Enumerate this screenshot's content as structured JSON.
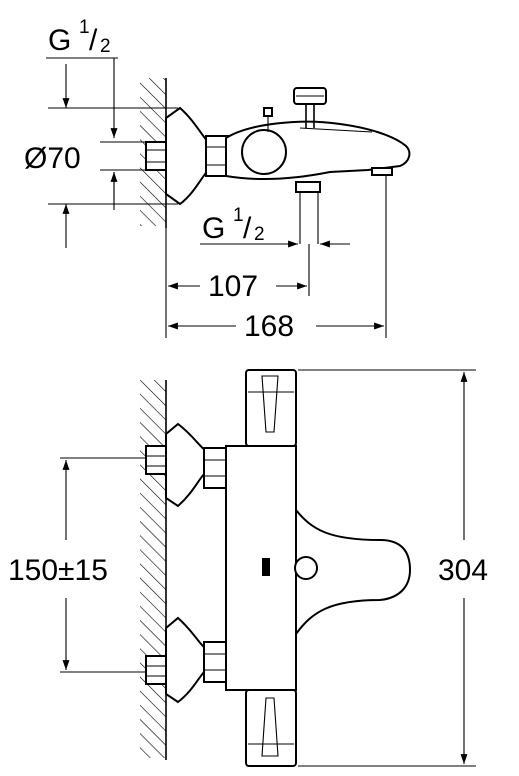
{
  "views": {
    "side": {
      "thread_top": {
        "main": "G",
        "num": "1",
        "den": "2"
      },
      "diameter": "Ø70",
      "thread_outlet": {
        "main": "G",
        "num": "1",
        "den": "2"
      },
      "dim_outlet": "107",
      "dim_spout": "168"
    },
    "front": {
      "dim_centers": "150±15",
      "dim_height": "304"
    }
  }
}
